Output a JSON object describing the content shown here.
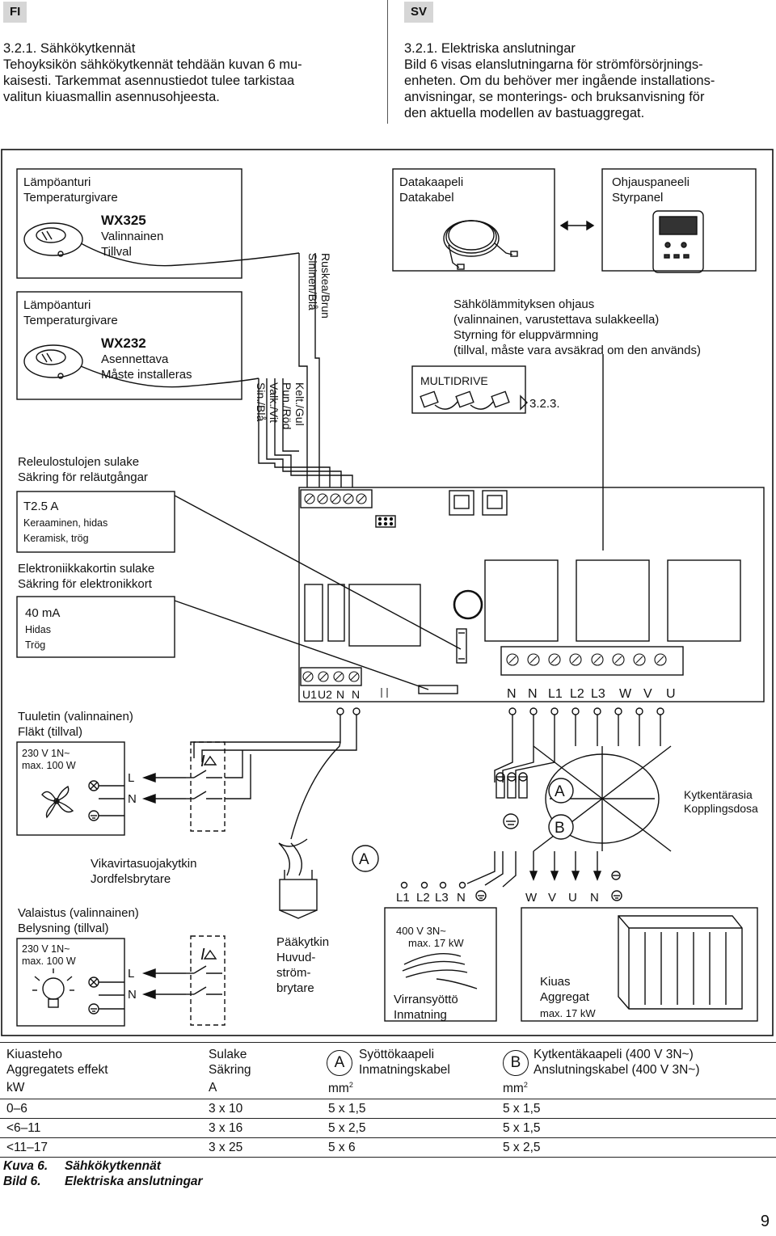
{
  "tabs": {
    "fi": "FI",
    "sv": "SV"
  },
  "fi": {
    "heading": "3.2.1. Sähkökytkennät",
    "lines": [
      "Tehoyksikön sähkökytkennät tehdään kuvan 6 mu-",
      "kaisesti. Tarkemmat asennustiedot tulee tarkistaa",
      "valitun kiuasmallin asennusohjeesta."
    ]
  },
  "sv": {
    "heading": "3.2.1. Elektriska anslutningar",
    "lines": [
      "Bild 6 visas elanslutningarna för strömförsörjnings-",
      "enheten. Om du behöver mer ingående installations-",
      "anvisningar, se monterings- och bruksanvisning för",
      "den aktuella modellen av bastuaggregat."
    ]
  },
  "diagram": {
    "sensor1": {
      "l1": "Lämpöanturi",
      "l2": "Temperaturgivare",
      "model": "WX325",
      "o1": "Valinnainen",
      "o2": "Tillval"
    },
    "sensor2": {
      "l1": "Lämpöanturi",
      "l2": "Temperaturgivare",
      "model": "WX232",
      "o1": "Asennettava",
      "o2": "Måste installeras"
    },
    "datacable": {
      "l1": "Datakaapeli",
      "l2": "Datakabel"
    },
    "panel": {
      "l1": "Ohjauspaneeli",
      "l2": "Styrpanel"
    },
    "wire_brown_blue": [
      "Ruskea/Brun",
      "Sininen/Blå"
    ],
    "wires_sensor2": [
      "Kelt./Gul",
      "Pun./Röd",
      "Valk./Vit",
      "Sin./Blå"
    ],
    "heating_control": [
      "Sähkölämmityksen ohjaus",
      "(valinnainen, varustettava sulakkeella)",
      "Styrning för eluppvärmning",
      "(tillval, måste vara avsäkrad om den används)"
    ],
    "multidrive": "MULTIDRIVE",
    "ref": "3.2.3.",
    "relay_fuse": {
      "l1": "Releulostulojen sulake",
      "l2": "Säkring för reläutgångar",
      "value": "T2.5 A",
      "d1": "Keraaminen, hidas",
      "d2": "Keramisk, trög"
    },
    "board_fuse": {
      "l1": "Elektroniikkakortin sulake",
      "l2": "Säkring för elektronikkort",
      "value": "40 mA",
      "d1": "Hidas",
      "d2": "Trög"
    },
    "board_terminals_left": [
      "U1",
      "U2",
      "N",
      "N"
    ],
    "board_terminals_right": [
      "N",
      "N",
      "L1",
      "L2",
      "L3",
      "W",
      "V",
      "U"
    ],
    "fan": {
      "l1": "Tuuletin (valinnainen)",
      "l2": "Fläkt (tillval)",
      "v1": "230 V 1N~",
      "v2": "max. 100 W"
    },
    "light": {
      "l1": "Valaistus (valinnainen)",
      "l2": "Belysning (tillval)",
      "v1": "230 V 1N~",
      "v2": "max. 100 W"
    },
    "L": "L",
    "N": "N",
    "idelta": "I",
    "rcd": [
      "Vikavirtasuojakytkin",
      "Jordfelsbrytare"
    ],
    "mainswitch": [
      "Pääkytkin",
      "Huvud-",
      "ström-",
      "brytare"
    ],
    "junction": [
      "Kytkentärasia",
      "Kopplingsdosa"
    ],
    "cable_a": "A",
    "cable_b": "B",
    "supply_terms": [
      "L1",
      "L2",
      "L3",
      "N"
    ],
    "supply": {
      "v1": "400 V 3N~",
      "v2": "max. 17 kW",
      "l1": "Virransyöttö",
      "l2": "Inmatning"
    },
    "heater_terms": [
      "W",
      "V",
      "U",
      "N"
    ],
    "heater": {
      "l1": "Kiuas",
      "l2": "Aggregat",
      "v": "max. 17 kW"
    }
  },
  "table": {
    "h1": [
      "Kiuasteho",
      "Aggregatets effekt",
      "kW"
    ],
    "h2": [
      "Sulake",
      "Säkring",
      "A"
    ],
    "h3": {
      "badge": "A",
      "l1": "Syöttökaapeli",
      "l2": "Inmatningskabel",
      "unit": "mm"
    },
    "h4": {
      "badge": "B",
      "l1": "Kytkentäkaapeli (400 V 3N~)",
      "l2": "Anslutningskabel (400 V 3N~)",
      "unit": "mm"
    },
    "rows": [
      [
        "0–6",
        "3 x 10",
        "5 x 1,5",
        "5 x 1,5"
      ],
      [
        "<6–11",
        "3 x 16",
        "5 x 2,5",
        "5 x 1,5"
      ],
      [
        "<11–17",
        "3 x 25",
        "5 x 6",
        "5 x 2,5"
      ]
    ]
  },
  "caption": {
    "fi_label": "Kuva 6.",
    "fi_text": "Sähkökytkennät",
    "sv_label": "Bild 6.",
    "sv_text": "Elektriska anslutningar"
  },
  "page_number": "9"
}
